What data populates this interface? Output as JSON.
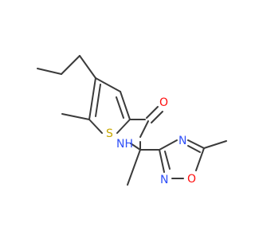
{
  "colors": {
    "background": "#ffffff",
    "carbon_bond": "#3b3b3b",
    "oxygen": "#ff0d0d",
    "nitrogen": "#3050f8",
    "sulfur": "#c8a800"
  },
  "atoms": {
    "sulfur_ring": "S",
    "carbonyl_oxygen": "O",
    "amide_nh": "NH",
    "oxadiazole_n_top": "N",
    "oxadiazole_n_bottom": "N",
    "oxadiazole_o": "O"
  }
}
